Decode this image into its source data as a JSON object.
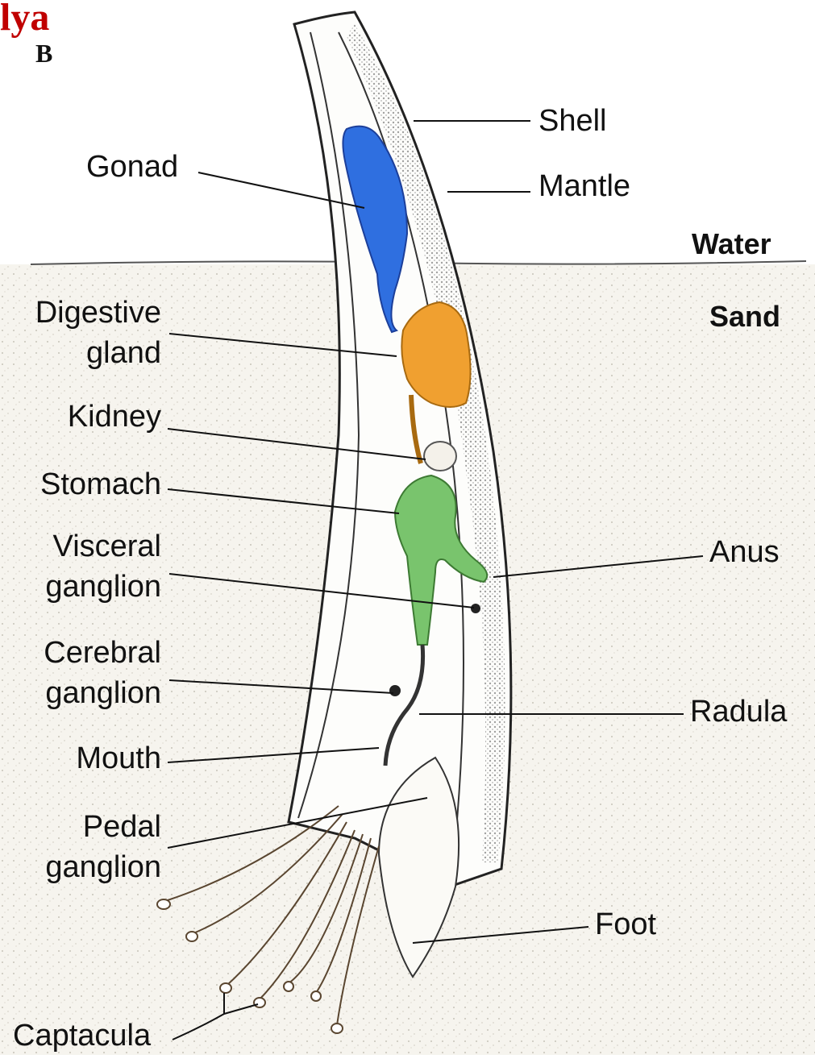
{
  "title_fragment": "lya",
  "panel_letter": "B",
  "colors": {
    "gonad": "#2f6fe0",
    "digestive_gland": "#f0a030",
    "stomach": "#79c46d",
    "sand": "#f6f4ee",
    "red_text": "#c00000"
  },
  "labels": {
    "shell": "Shell",
    "mantle": "Mantle",
    "water": "Water",
    "sand": "Sand",
    "gonad": "Gonad",
    "digestive_1": "Digestive",
    "digestive_2": "gland",
    "kidney": "Kidney",
    "stomach": "Stomach",
    "visceral_1": "Visceral",
    "visceral_2": "ganglion",
    "cerebral_1": "Cerebral",
    "cerebral_2": "ganglion",
    "mouth": "Mouth",
    "pedal_1": "Pedal",
    "pedal_2": "ganglion",
    "anus": "Anus",
    "radula": "Radula",
    "foot": "Foot",
    "captacula": "Captacula"
  }
}
